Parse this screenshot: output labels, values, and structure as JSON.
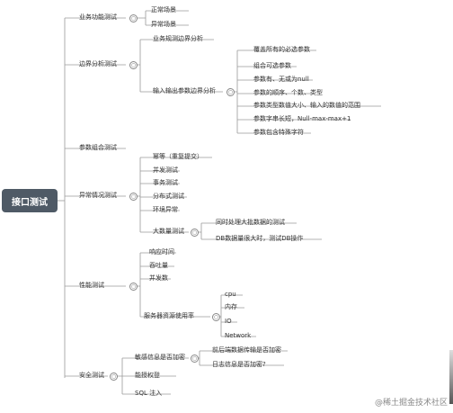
{
  "root": "接口测试",
  "branches": {
    "business": {
      "label": "业务功能测试",
      "children": [
        "正常场景",
        "异常场景"
      ]
    },
    "boundary": {
      "label": "边界分析测试",
      "children": [
        "业务规测边界分析"
      ],
      "io": {
        "label": "输入输出参数边界分析",
        "children": [
          "覆盖所有的必选参数",
          "组合可选参数",
          "参数有、无或为null",
          "参数的顺序、个数、类型",
          "参数类型数值大小、输入的数值的范围",
          "参数字串长短，Null-max-max+1",
          "参数包含特殊字符"
        ]
      }
    },
    "combo": {
      "label": "参数组合测试"
    },
    "exception": {
      "label": "异常情况测试",
      "children": [
        "幂等（重复提交）",
        "并发测试",
        "事务测试",
        "分布式测试",
        "环境异常"
      ],
      "bigdata": {
        "label": "大数量测试",
        "children": [
          "同时处理大批数据的测试",
          "DB数据量很大时，测试DB操作"
        ]
      }
    },
    "perf": {
      "label": "性能测试",
      "children": [
        "响应时间",
        "吞吐量",
        "并发数"
      ],
      "resource": {
        "label": "服务器资源使用率",
        "children": [
          "cpu",
          "内存",
          "IO",
          "Network"
        ]
      }
    },
    "security": {
      "label": "安全测试",
      "sensitive": {
        "label": "敏感信息是否加密",
        "children": [
          "前后端数据传输是否加密",
          "日志信息是否加密?"
        ]
      },
      "partial": [
        "能授权登",
        "SQL 注入"
      ]
    }
  },
  "watermark": "@稀土掘金技术社区",
  "colors": {
    "line": "#9a9a9a",
    "root_bg": "#4f5a66"
  }
}
